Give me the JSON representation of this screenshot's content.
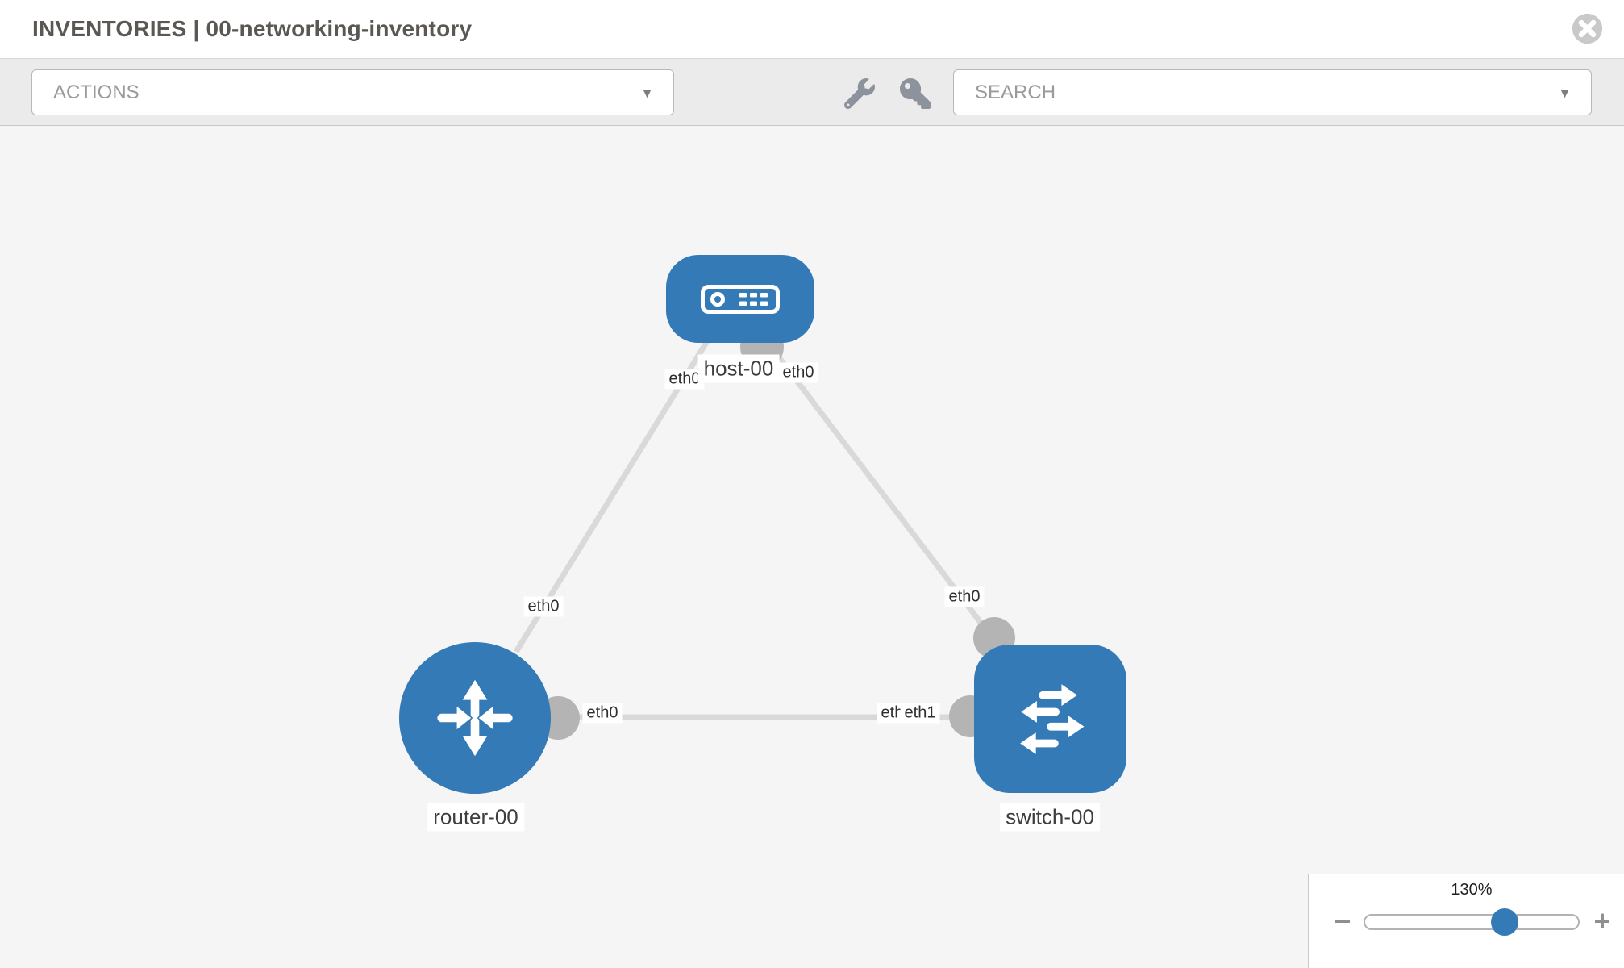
{
  "header": {
    "title": "INVENTORIES | 00-networking-inventory"
  },
  "toolbar": {
    "actions_label": "ACTIONS",
    "search_placeholder": "SEARCH",
    "dropdown_arrow": "▼"
  },
  "topology": {
    "nodes": [
      {
        "id": "host-00",
        "type": "host",
        "label": "host-00"
      },
      {
        "id": "router-00",
        "type": "router",
        "label": "router-00"
      },
      {
        "id": "switch-00",
        "type": "switch",
        "label": "switch-00"
      }
    ],
    "links": [
      {
        "from": "host-00",
        "from_interface": "eth0",
        "to": "router-00",
        "to_interface": "eth0"
      },
      {
        "from": "host-00",
        "from_interface": "eth0",
        "to": "switch-00",
        "to_interface": "eth0"
      },
      {
        "from": "router-00",
        "from_interface": "eth0",
        "to": "switch-00",
        "to_interface": "eth1"
      }
    ],
    "interface_labels": [
      {
        "text": "eth0"
      },
      {
        "text": "eth0"
      },
      {
        "text": "eth0"
      },
      {
        "text": "eth0"
      },
      {
        "text": "eth0"
      },
      {
        "text": "eth0"
      },
      {
        "text": "eth1"
      }
    ]
  },
  "zoom_control": {
    "level": "130%",
    "minus_label": "−",
    "plus_label": "+"
  },
  "colors": {
    "node_blue": "#337ab7",
    "link_gray": "#d9d9d9",
    "interface_gray": "#b4b4b4",
    "canvas_bg": "#f5f5f5",
    "toolbar_bg": "#ebebeb",
    "title_text": "#5b5854",
    "control_text": "#9a9a9a",
    "icon_gray": "#8d939c",
    "close_gray": "#c9c9c9"
  }
}
